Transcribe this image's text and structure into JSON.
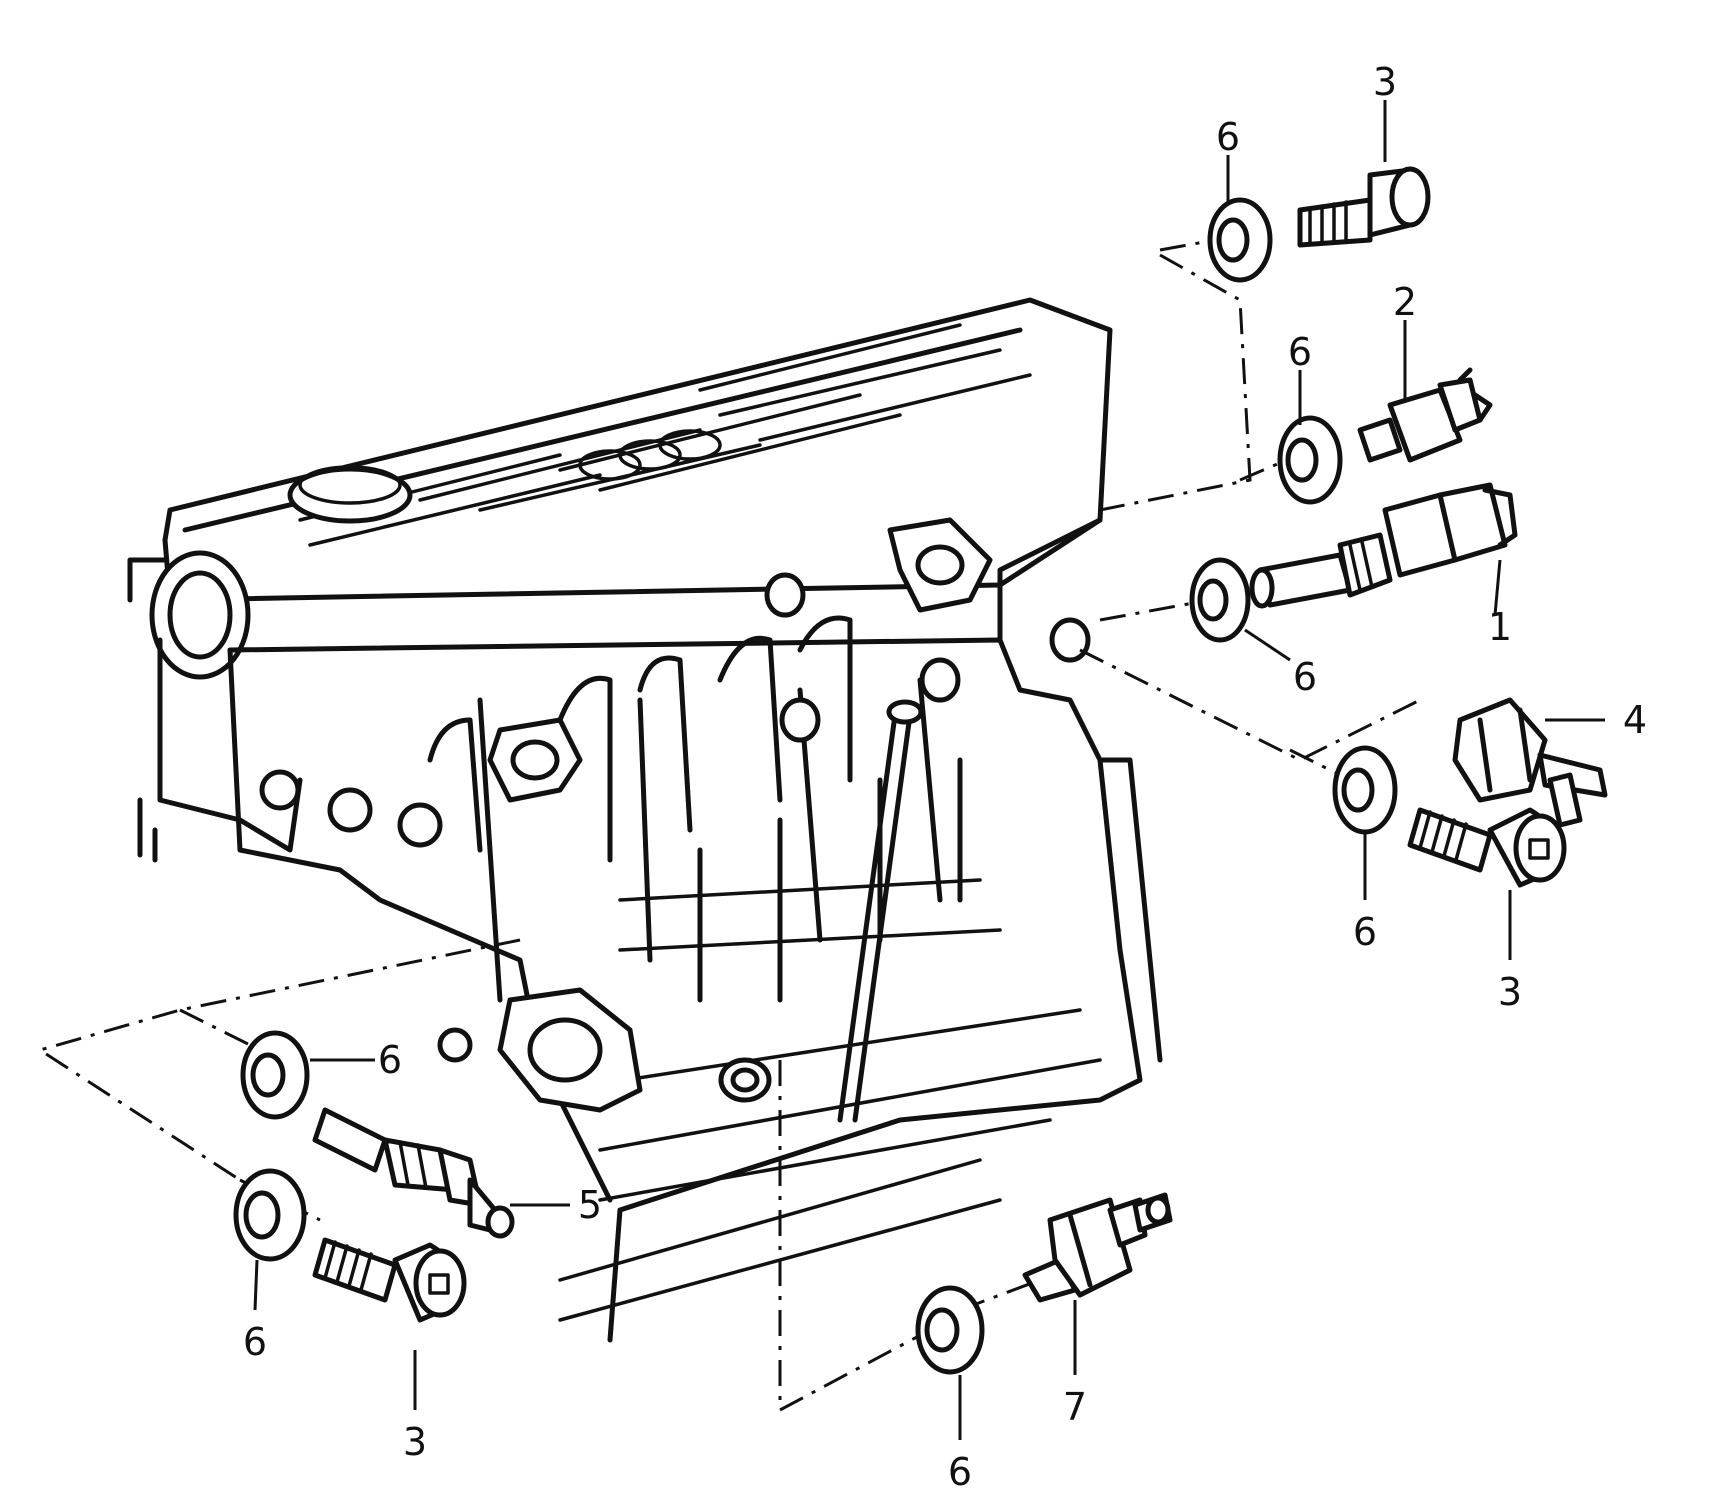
{
  "callouts": [
    {
      "id": "c1",
      "text": "1"
    },
    {
      "id": "c2",
      "text": "2"
    },
    {
      "id": "c3a",
      "text": "3"
    },
    {
      "id": "c3b",
      "text": "3"
    },
    {
      "id": "c3c",
      "text": "3"
    },
    {
      "id": "c4",
      "text": "4"
    },
    {
      "id": "c5",
      "text": "5"
    },
    {
      "id": "c6a",
      "text": "6"
    },
    {
      "id": "c6b",
      "text": "6"
    },
    {
      "id": "c6c",
      "text": "6"
    },
    {
      "id": "c6d",
      "text": "6"
    },
    {
      "id": "c6e",
      "text": "6"
    },
    {
      "id": "c6f",
      "text": "6"
    },
    {
      "id": "c6g",
      "text": "6"
    },
    {
      "id": "c7",
      "text": "7"
    }
  ]
}
